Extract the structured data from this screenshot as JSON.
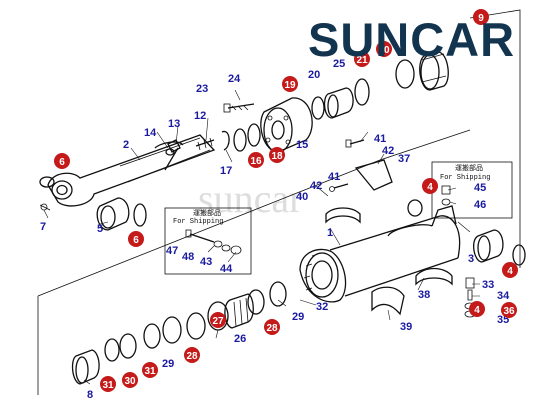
{
  "brand": {
    "logo_text": "SUNCAR",
    "color": "#12344f",
    "accent": "#c41a1a"
  },
  "watermark": "suncar",
  "shipping_boxes": [
    {
      "cjk": "運搬部品",
      "label": "For Shipping"
    },
    {
      "cjk": "運搬部品",
      "label": "For Shipping"
    }
  ],
  "part_labels": [
    "1",
    "2",
    "3",
    "5",
    "7",
    "8",
    "12",
    "13",
    "14",
    "15",
    "17",
    "20",
    "23",
    "24",
    "25",
    "26",
    "29",
    "29",
    "32",
    "33",
    "34",
    "35",
    "37",
    "38",
    "39",
    "40",
    "41",
    "41",
    "42",
    "42",
    "43",
    "44",
    "45",
    "46",
    "47",
    "48"
  ],
  "badge_labels": [
    "4",
    "4",
    "4",
    "6",
    "6",
    "9",
    "10",
    "16",
    "18",
    "19",
    "21",
    "27",
    "28",
    "28",
    "30",
    "31",
    "31",
    "36"
  ]
}
